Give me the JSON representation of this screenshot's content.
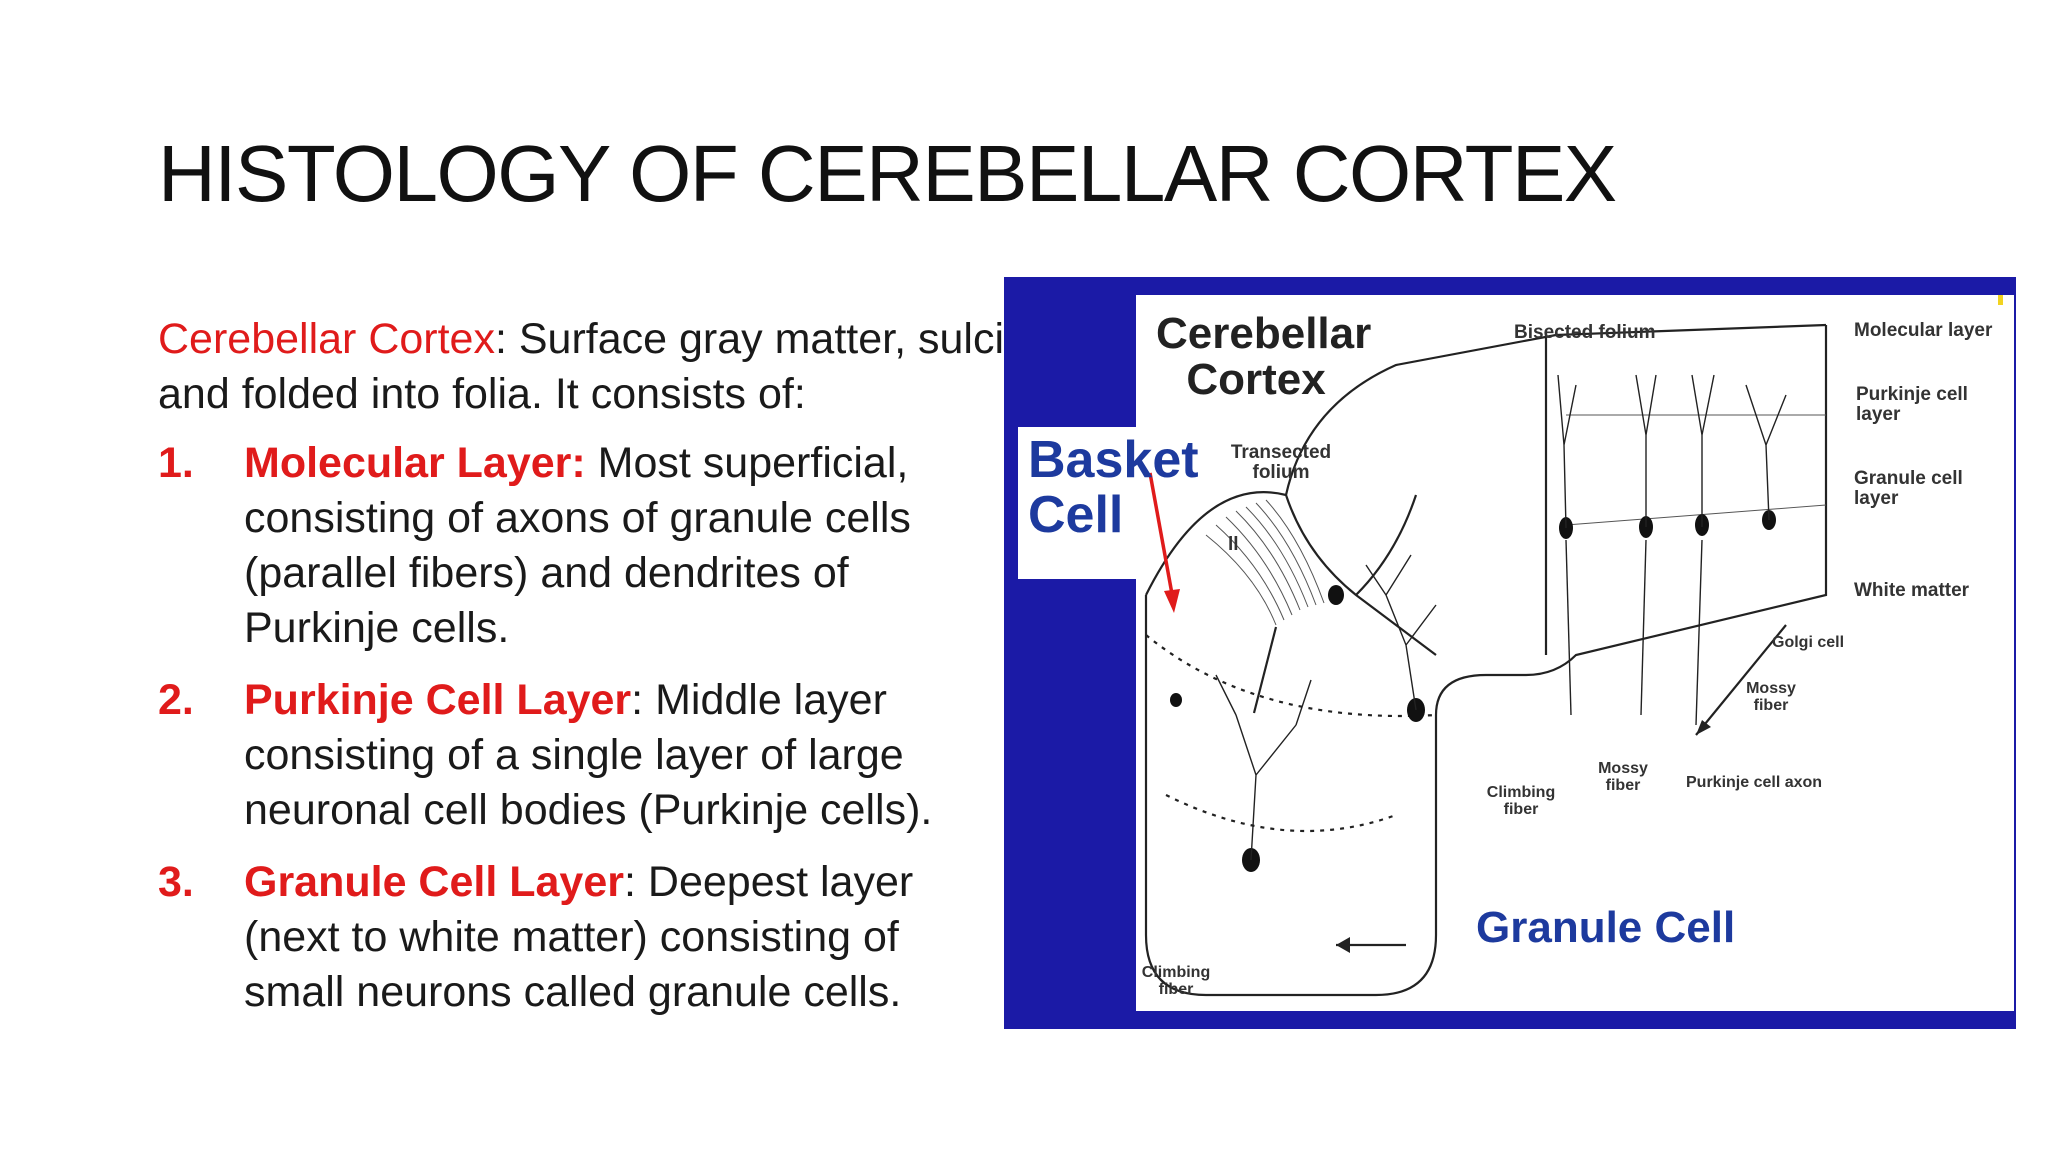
{
  "slide": {
    "title": "HISTOLOGY OF CEREBELLAR CORTEX",
    "intro": {
      "term": "Cerebellar Cortex",
      "text": ": Surface gray matter, sulci and folded into folia. It consists of:"
    },
    "items": [
      {
        "num": "1.",
        "term": "Molecular Layer:",
        "text": " Most superficial, consisting of axons of granule cells (parallel fibers) and dendrites of Purkinje cells."
      },
      {
        "num": "2.",
        "term": "Purkinje Cell Layer",
        "text": ": Middle layer consisting of a single layer of large neuronal cell bodies (Purkinje cells)."
      },
      {
        "num": "3.",
        "term": "Granule Cell Layer",
        "text": ": Deepest layer (next to white matter) consisting of small neurons called granule cells."
      }
    ]
  },
  "figure": {
    "title_line1": "Cerebellar",
    "title_line2": "Cortex",
    "basket_line1": "Basket",
    "basket_line2": "Cell",
    "granule_cell": "Granule Cell",
    "bisected_folium": "Bisected folium",
    "transected_folium": "Transected folium",
    "fragment": "ll",
    "legend": [
      "Molecular layer",
      "Purkinje cell layer",
      "Granule cell layer",
      "White matter"
    ],
    "golgi_cell": "Golgi cell",
    "mossy_fiber": "Mossy fiber",
    "purkinje_axon": "Purkinje cell axon",
    "climbing_fiber": "Climbing fiber"
  },
  "colors": {
    "accent_red": "#e01b1b",
    "figure_frame": "#1b1aa6",
    "label_blue": "#1d3a9e"
  }
}
